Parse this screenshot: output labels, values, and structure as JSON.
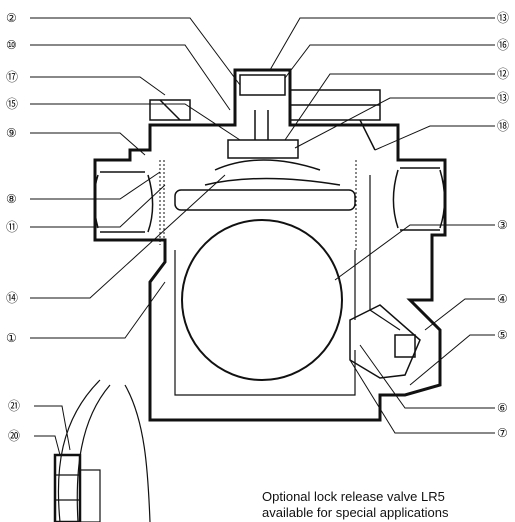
{
  "callouts_left": [
    {
      "label": "②"
    },
    {
      "label": "⑩"
    },
    {
      "label": "⑰"
    },
    {
      "label": "⑮"
    },
    {
      "label": "⑨"
    },
    {
      "label": "⑧"
    },
    {
      "label": "⑪"
    },
    {
      "label": "⑭"
    },
    {
      "label": "①"
    }
  ],
  "callouts_right": [
    {
      "label": "⑬"
    },
    {
      "label": "⑯"
    },
    {
      "label": "⑫"
    },
    {
      "label": "⑬"
    },
    {
      "label": "⑱"
    },
    {
      "label": "③"
    },
    {
      "label": "④"
    },
    {
      "label": "⑤"
    },
    {
      "label": "⑥"
    },
    {
      "label": "⑦"
    }
  ],
  "callouts_inset": [
    {
      "label": "㉑"
    },
    {
      "label": "⑳"
    }
  ],
  "caption": {
    "line1": "Optional lock release valve LR5",
    "line2": "available for special applications"
  }
}
